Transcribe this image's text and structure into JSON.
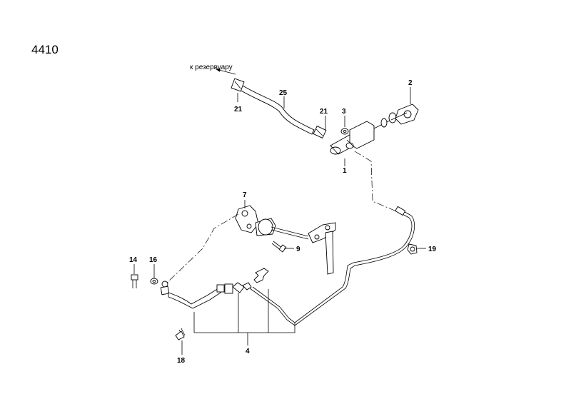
{
  "diagram": {
    "number": "4410",
    "reservoir_note": "к резервуару",
    "callouts": {
      "c1": "1",
      "c2": "2",
      "c3": "3",
      "c4": "4",
      "c7": "7",
      "c9": "9",
      "c14": "14",
      "c16": "16",
      "c18": "18",
      "c19": "19",
      "c21a": "21",
      "c21b": "21",
      "c25": "25"
    }
  }
}
